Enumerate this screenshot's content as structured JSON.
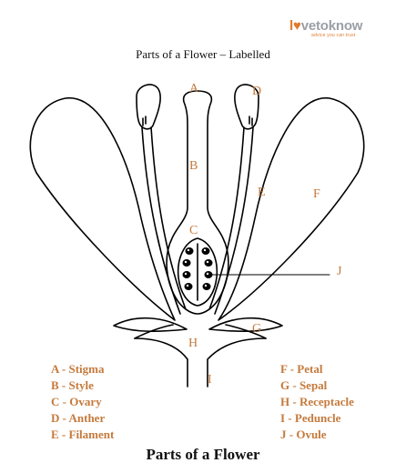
{
  "logo": {
    "part1": "l",
    "heart": "♥",
    "part2": "vetoknow",
    "tagline": "advice you can trust"
  },
  "title": "Parts of a Flower – Labelled",
  "labels": {
    "A": "A",
    "B": "B",
    "C": "C",
    "D": "D",
    "E": "E",
    "F": "F",
    "G": "G",
    "H": "H",
    "I": "I",
    "J": "J"
  },
  "legend_left": [
    "A - Stigma",
    "B - Style",
    "C - Ovary",
    "D - Anther",
    "E - Filament"
  ],
  "legend_right": [
    "F - Petal",
    "G - Sepal",
    "H - Receptacle",
    "I - Peduncle",
    "J - Ovule"
  ],
  "caption": "Parts of a Flower",
  "colors": {
    "label": "#c57a3c",
    "logo_orange": "#e07a2e",
    "logo_grey": "#9aa0a6",
    "line": "#000000"
  }
}
